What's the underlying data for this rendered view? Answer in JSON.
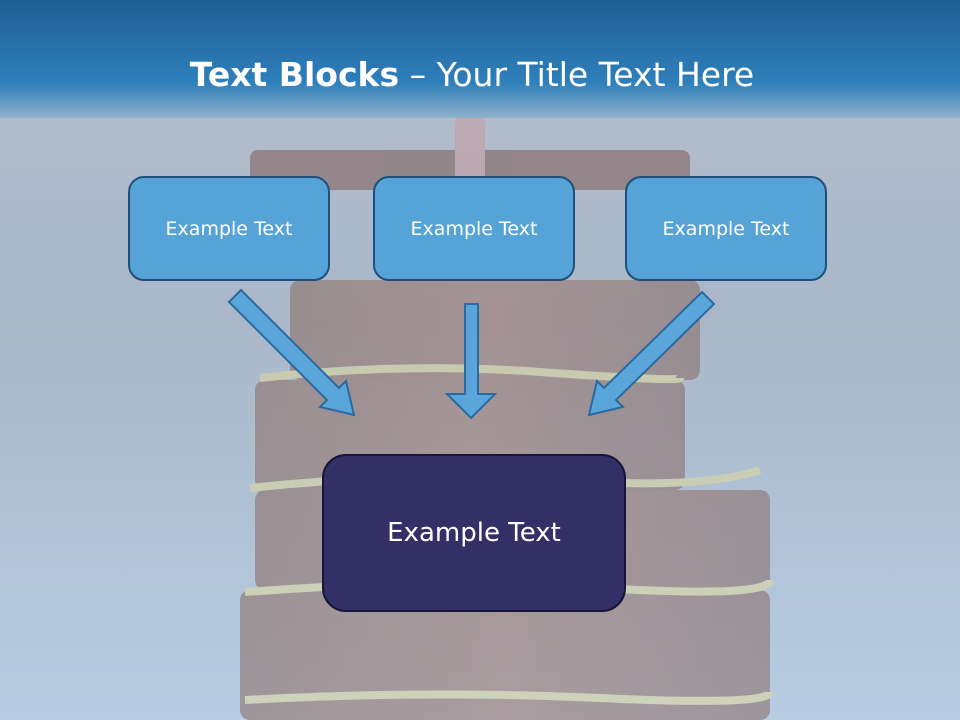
{
  "slide": {
    "title_bold": "Text Blocks",
    "title_sep": " – ",
    "title_rest": "Your Title Text Here",
    "top_boxes": [
      "Example Text",
      "Example Text",
      "Example Text"
    ],
    "center_box": "Example Text"
  },
  "colors": {
    "header": "#2e7fbb",
    "top_box_fill": "#55a3d7",
    "top_box_border": "#1f4f7a",
    "center_box_fill": "#323066",
    "arrow_fill": "#5aa6db",
    "arrow_stroke": "#2a6aa0"
  }
}
